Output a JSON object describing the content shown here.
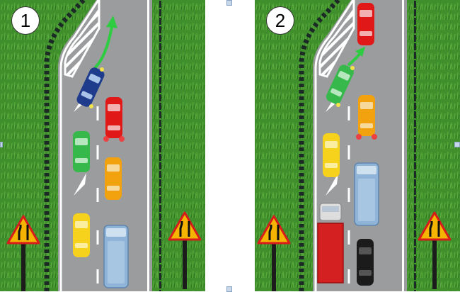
{
  "panels": [
    {
      "number": "1"
    },
    {
      "number": "2"
    }
  ],
  "icons": {
    "road_sign": "road-narrows-right-warning-sign",
    "arrow": "merge-direction-arrow"
  },
  "colors": {
    "grass": "#3f8f2c",
    "road": "#9a9c9e",
    "sign_yellow": "#f4b400",
    "sign_border": "#d81b1b",
    "arrow_green": "#2ecc40",
    "car_blue": "#1f3c8c",
    "car_red": "#e01818",
    "car_green": "#36b84a",
    "car_orange": "#f2a20f",
    "car_yellow": "#f7d21c",
    "van_blue": "#8fb4d8",
    "truck_red": "#d42020",
    "car_black": "#1b1b1b"
  }
}
